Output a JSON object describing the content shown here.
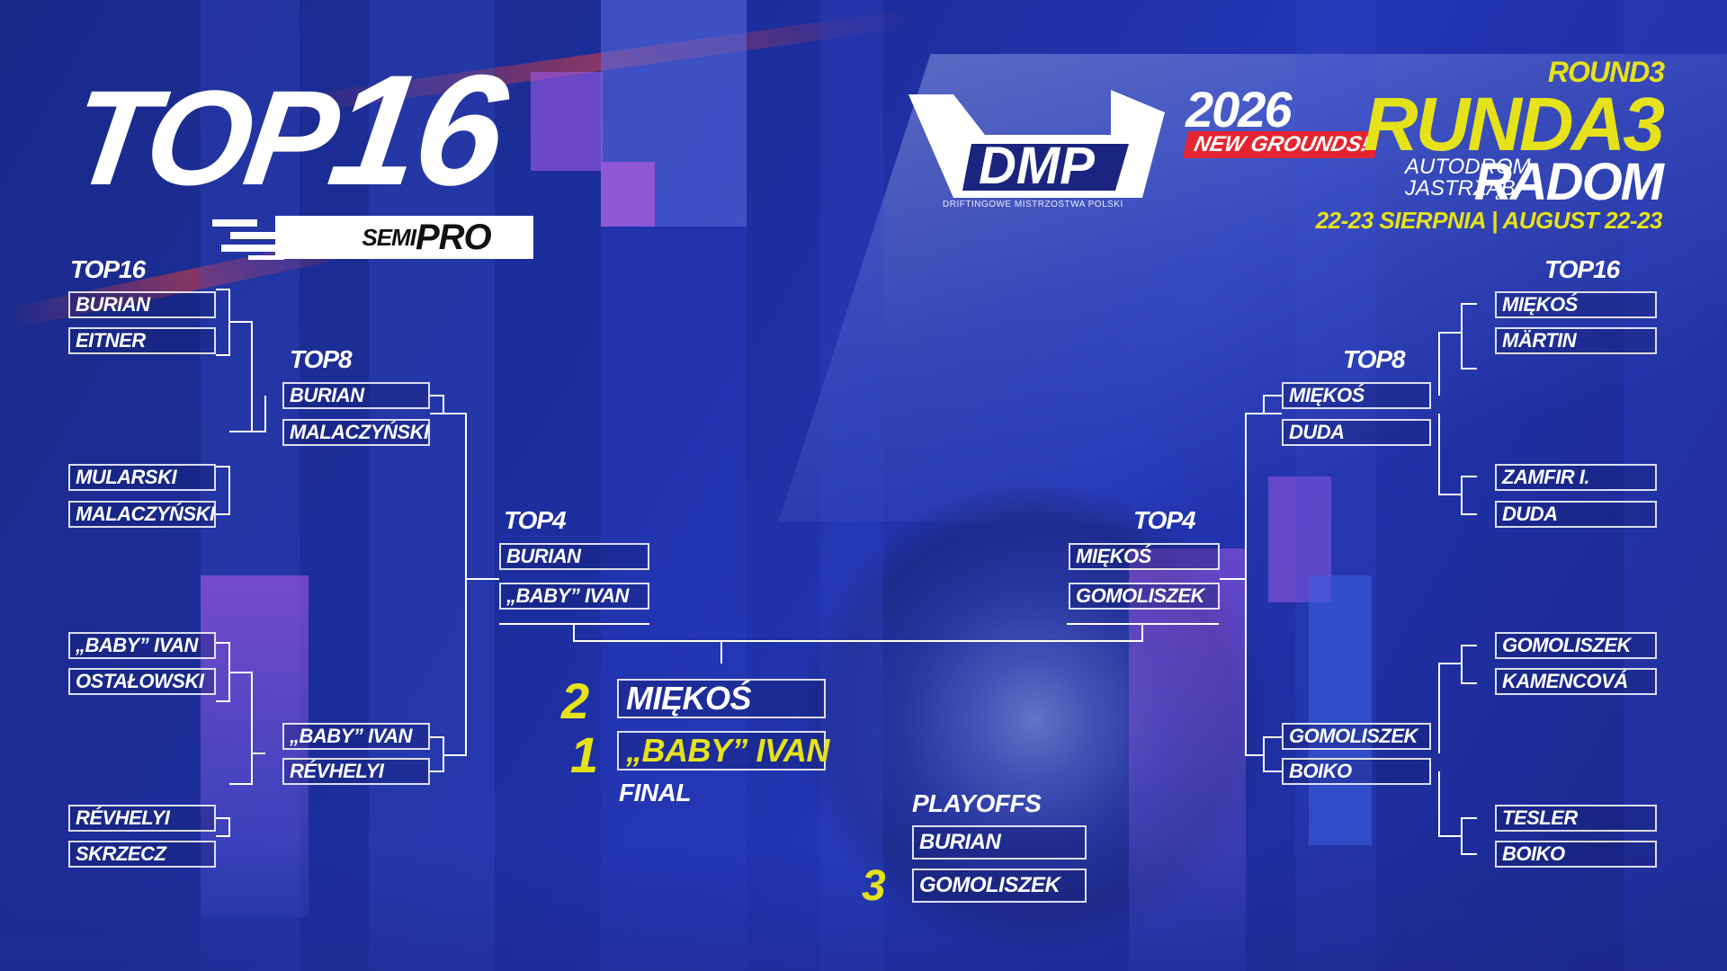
{
  "header": {
    "title_word": "TOP",
    "title_num": "16",
    "class_a": "SEMI",
    "class_b": "PRO",
    "logo_text": "DMP",
    "logo_sub": "DRIFTINGOWE MISTRZOSTWA POLSKI",
    "year": "2026",
    "tagline": "NEW GROUNDS!",
    "round_en": "ROUND3",
    "round_pl": "RUNDA3",
    "venue": "AUTODROM JASTRZĄB",
    "city": "RADOM",
    "dates": "22-23 SIERPNIA | AUGUST 22-23"
  },
  "colors": {
    "accent": "#e6e21a",
    "tag_red": "#e52430",
    "bg": "#1d2fa0"
  },
  "stages": {
    "top16_left": "TOP16",
    "top8_left": "TOP8",
    "top4_left": "TOP4",
    "top16_right": "TOP16",
    "top8_right": "TOP8",
    "top4_right": "TOP4",
    "final": "FINAL",
    "playoffs": "PLAYOFFS"
  },
  "left": {
    "top16": [
      "BURIAN",
      "EITNER",
      "MULARSKI",
      "MALACZYŃSKI",
      "„BABY” IVAN",
      "OSTAŁOWSKI",
      "RÉVHELYI",
      "SKRZECZ"
    ],
    "top8": [
      "BURIAN",
      "MALACZYŃSKI",
      "„BABY” IVAN",
      "RÉVHELYI"
    ],
    "top4": [
      "BURIAN",
      "„BABY” IVAN"
    ]
  },
  "right": {
    "top16": [
      "MIĘKOŚ",
      "MÄRTIN",
      "ZAMFIR I.",
      "DUDA",
      "GOMOLISZEK",
      "KAMENCOVÁ",
      "TESLER",
      "BOIKO"
    ],
    "top8": [
      "MIĘKOŚ",
      "DUDA",
      "GOMOLISZEK",
      "BOIKO"
    ],
    "top4": [
      "MIĘKOŚ",
      "GOMOLISZEK"
    ]
  },
  "final": {
    "second_rank": "2",
    "second": "MIĘKOŚ",
    "first_rank": "1",
    "first": "„BABY” IVAN"
  },
  "playoffs": {
    "other": "BURIAN",
    "third_rank": "3",
    "third": "GOMOLISZEK"
  }
}
